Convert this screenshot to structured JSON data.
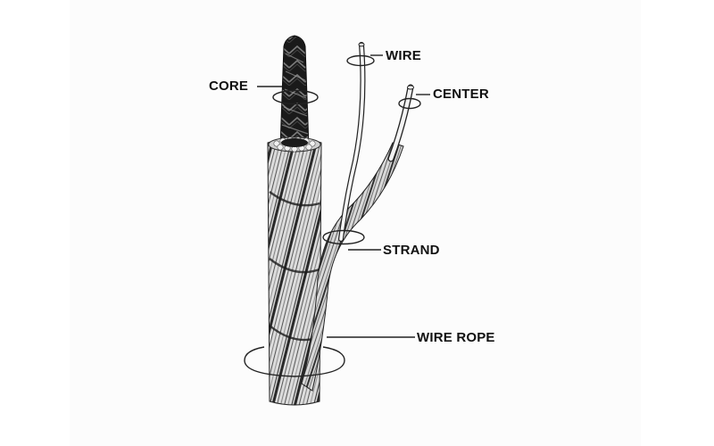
{
  "labels": {
    "core": "CORE",
    "wire": "WIRE",
    "center": "CENTER",
    "strand": "STRAND",
    "wire_rope": "WIRE ROPE"
  },
  "colors": {
    "ink": "#111111",
    "panel": "#fcfcfc",
    "steel_light": "#dddddd",
    "steel_dark": "#1a1a1a"
  }
}
